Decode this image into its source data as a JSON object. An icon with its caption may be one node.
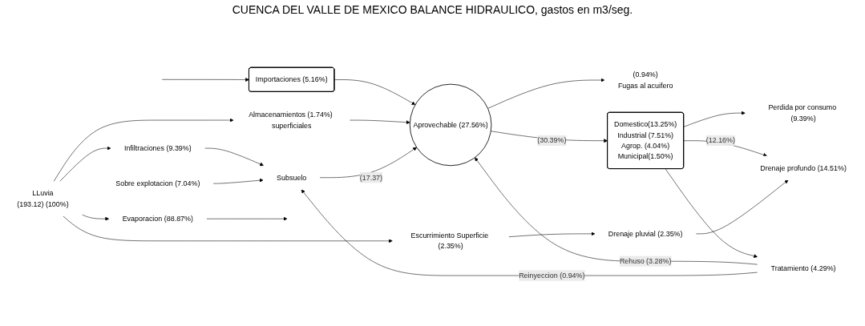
{
  "diagram": {
    "title": "CUENCA DEL VALLE DE MEXICO BALANCE HIDRAULICO, gastos en m3/seg.",
    "nodes": [
      {
        "text": [
          "LLuvia",
          "(193.12) (100%)"
        ]
      },
      {
        "text": [
          "Evaporacion (88.87%)"
        ]
      },
      {
        "text": [
          "Almacenamientos (1.74%) superficiales"
        ]
      },
      {
        "text": [
          "Infiltraciones (9.39%)"
        ]
      },
      {
        "text": [
          "Escurrimiento Superficie (2.35%)"
        ]
      },
      {
        "text": [
          "Importaciones (5.16%)"
        ]
      },
      {
        "text": [
          "Aprovechable (27.56%)"
        ]
      },
      {
        "text": [
          "Subsuelo"
        ]
      },
      {
        "text": [
          "(0.94%)",
          "Fugas al acuifero"
        ]
      },
      {
        "text": [
          "Domestico(13.25%)",
          "Industrial (7.51%)",
          "Agrop. (4.04%)",
          "Municipal(1.50%)"
        ]
      },
      {
        "text": [
          "Perdida por consumo (9.39%)"
        ]
      },
      {
        "text": [
          "Drenaje profundo (14.51%)"
        ]
      },
      {
        "text": [
          "Tratamiento (4.29%)"
        ]
      },
      {
        "text": [
          "Drenaje pluvial (2.35%)"
        ]
      },
      {
        "text": [
          "Sobre explotacion (7.04%)"
        ]
      }
    ],
    "edges": [
      {
        "from": 0,
        "to": 1,
        "arrow": "to"
      },
      {
        "from": 0,
        "to": 3,
        "arrow": "to"
      },
      {
        "from": 0,
        "to": 2,
        "arrow": "to"
      },
      {
        "from": 0,
        "to": 4,
        "arrow": "to"
      },
      {
        "from": null,
        "to": 5,
        "arrow": "to"
      },
      {
        "from": 5,
        "to": 6,
        "arrow": "to"
      },
      {
        "from": 2,
        "to": 6,
        "arrow": "to"
      },
      {
        "from": 3,
        "to": 7,
        "arrow": "to"
      },
      {
        "from": 7,
        "to": 6,
        "label": "(17.37)",
        "arrow": "to"
      },
      {
        "from": 14,
        "to": 7,
        "arrow": "to"
      },
      {
        "from": 1,
        "to": null,
        "arrow": "to"
      },
      {
        "from": 6,
        "to": 8,
        "arrow": "to"
      },
      {
        "from": 6,
        "to": 9,
        "label": "(30.39%)",
        "arrow": "to"
      },
      {
        "from": 9,
        "to": 10,
        "arrow": "to"
      },
      {
        "from": 9,
        "to": 11,
        "label": "(12.16%)",
        "arrow": "to"
      },
      {
        "from": 9,
        "to": 12,
        "arrow": "to"
      },
      {
        "from": 12,
        "to": 6,
        "label": "Rehuso (3.28%)",
        "arrow": "to"
      },
      {
        "from": 12,
        "to": 7,
        "label": "Reinyeccion (0.94%)",
        "arrow": "to"
      },
      {
        "from": 4,
        "to": 13,
        "arrow": "to"
      },
      {
        "from": 13,
        "to": 11,
        "arrow": "to"
      }
    ]
  }
}
